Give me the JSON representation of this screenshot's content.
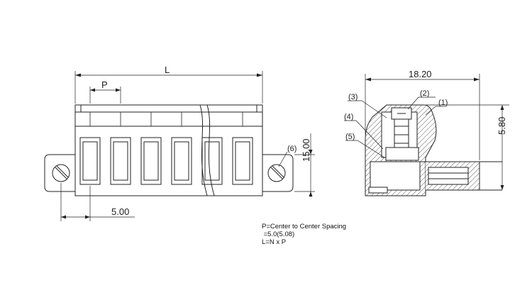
{
  "front_view": {
    "dim_length_label": "L",
    "dim_pitch_label": "P",
    "dim_height_label": "15.00",
    "dim_flange_label": "5.00",
    "callout_flange_screw": "(6)"
  },
  "side_view": {
    "dim_depth_label": "18.20",
    "dim_pin_height_label": "5.80",
    "callouts": [
      "(1)",
      "(2)",
      "(3)",
      "(4)",
      "(5)"
    ]
  },
  "notes": {
    "line1": "P=Center to Center Spacing",
    "line2": " =5.0(5.08)",
    "line3": "L=N x P"
  }
}
